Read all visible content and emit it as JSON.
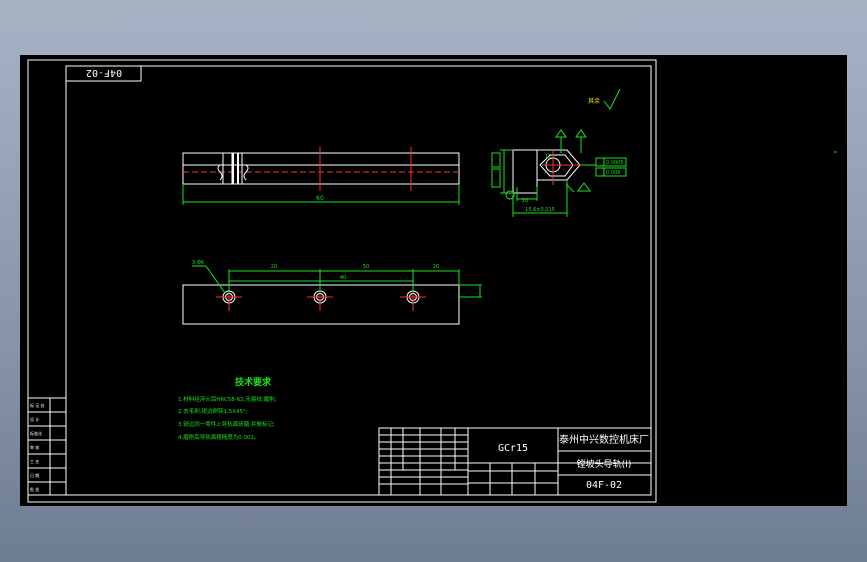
{
  "colors": {
    "background": "#000000",
    "frame": "#ffffff",
    "dimension": "#19e619",
    "center_line": "#ff3030",
    "note_text": "#19e619",
    "yellow_text": "#ffe600",
    "desktop": "#8a97ab"
  },
  "drawing": {
    "flipped_number": "04F-02",
    "technical_requirements": {
      "title": "技术要求",
      "lines": [
        "1.材料经淬火后HRC58-62,无裂纹,磨削;",
        "2.去毛刺,锐边倒钝1.5X45°;",
        "3.锐边同一零件上导轨面研磨,并做标记;",
        "4.磨削后导轨面粗糙度为0.001。"
      ]
    },
    "title_block": {
      "material": "GCr15",
      "company": "泰州中兴数控机床厂",
      "part_name": "镗坡头导轨(I)",
      "drawing_number": "04F-02"
    },
    "surface_finish_note": "其余",
    "dims": {
      "top_length": "60",
      "bottom_span": "40",
      "bottom_seg1": "20",
      "bottom_seg2": "50",
      "bottom_seg3": "20",
      "hole_label": "3-Φ6",
      "side_width": "10",
      "side_height": "10",
      "side_bottom": "15.6±0.015",
      "tol1": "0.0005",
      "tol2": "0.008"
    },
    "left_strip_labels": [
      "标 记 处",
      "设 计",
      "标准化",
      "审 核",
      "工 艺",
      "日 期",
      "批 准"
    ]
  }
}
